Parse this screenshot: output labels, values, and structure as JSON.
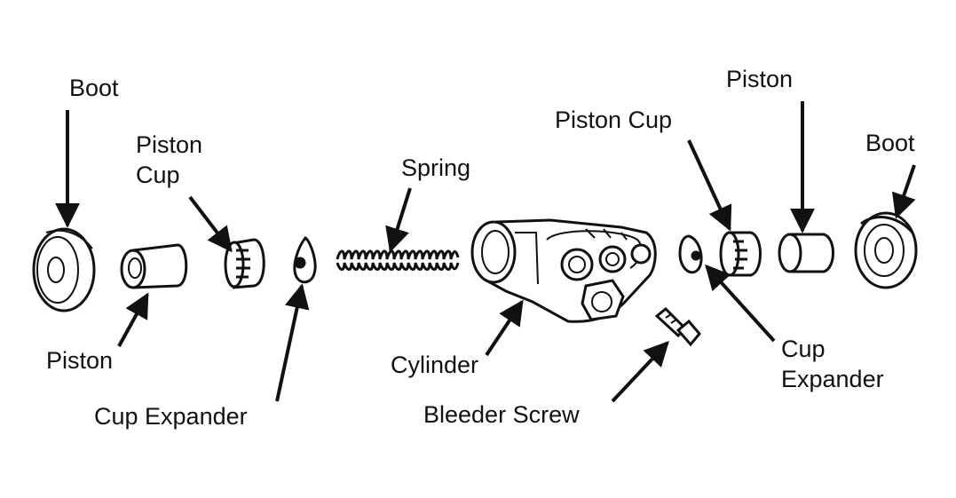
{
  "labels": {
    "boot_left": "Boot",
    "piston_cup_left_line1": "Piston",
    "piston_cup_left_line2": "Cup",
    "piston_left": "Piston",
    "cup_expander_left": "Cup Expander",
    "spring": "Spring",
    "cylinder": "Cylinder",
    "bleeder_screw": "Bleeder Screw",
    "piston_cup_right": "Piston Cup",
    "piston_right": "Piston",
    "boot_right": "Boot",
    "cup_expander_right_line1": "Cup",
    "cup_expander_right_line2": "Expander"
  },
  "colors": {
    "ink": "#111111",
    "paper": "#ffffff"
  }
}
